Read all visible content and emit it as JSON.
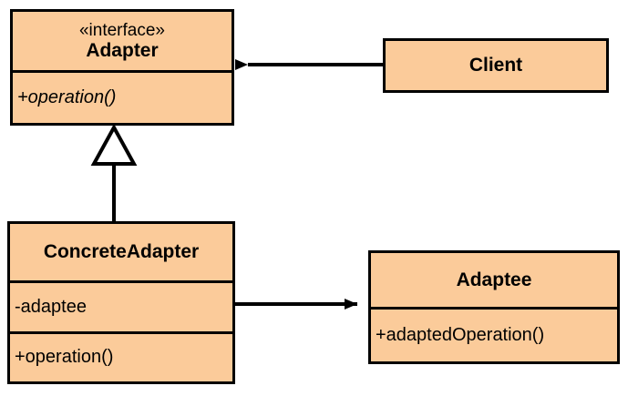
{
  "diagram": {
    "title": "Adapter design pattern UML class diagram",
    "type": "uml-class-diagram",
    "colors": {
      "class_fill": "#fbcb9a",
      "stroke": "#000000",
      "background": "#ffffff"
    }
  },
  "classes": {
    "adapter": {
      "stereotype": "«interface»",
      "name": "Adapter",
      "operations": [
        {
          "text": "+operation()",
          "abstract": true
        }
      ]
    },
    "client": {
      "name": "Client"
    },
    "concrete_adapter": {
      "name": "ConcreteAdapter",
      "attributes": [
        {
          "text": "-adaptee",
          "abstract": false
        }
      ],
      "operations": [
        {
          "text": "+operation()",
          "abstract": false
        }
      ]
    },
    "adaptee": {
      "name": "Adaptee",
      "operations": [
        {
          "text": "+adaptedOperation()",
          "abstract": false
        }
      ]
    }
  },
  "relationships": [
    {
      "id": "client-uses-adapter",
      "kind": "association",
      "from": "Client",
      "to": "Adapter",
      "arrowhead": "filled"
    },
    {
      "id": "concreteadapter-realizes-adapter",
      "kind": "generalization",
      "from": "ConcreteAdapter",
      "to": "Adapter",
      "arrowhead": "hollow-triangle"
    },
    {
      "id": "concreteadapter-uses-adaptee",
      "kind": "association",
      "from": "ConcreteAdapter",
      "to": "Adaptee",
      "arrowhead": "filled"
    }
  ]
}
